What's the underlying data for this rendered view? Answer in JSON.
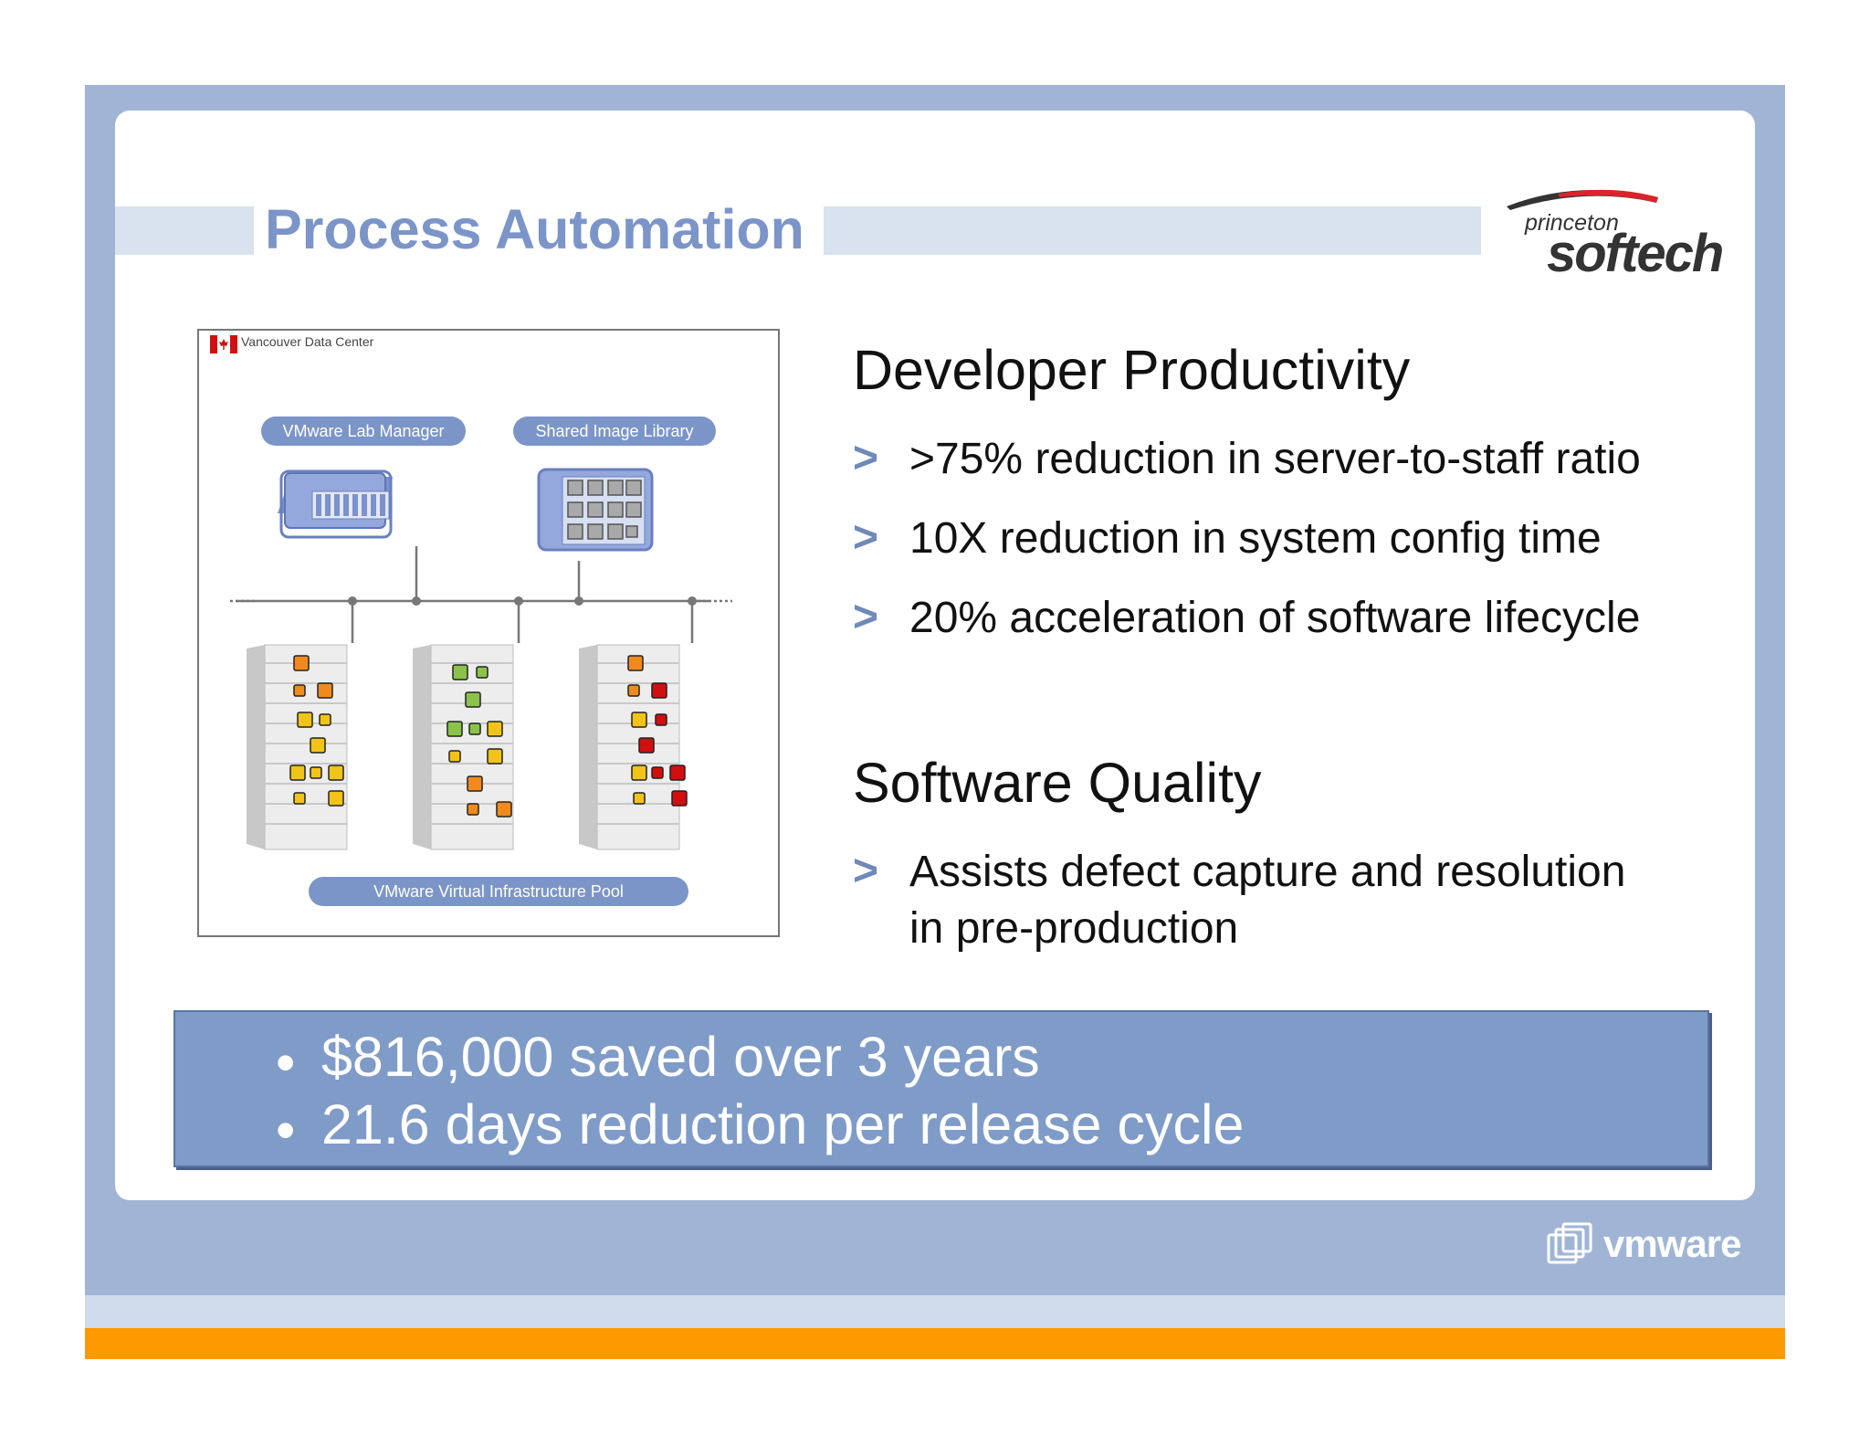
{
  "title": "Process Automation",
  "logo_princeton": {
    "small": "princeton",
    "big": "softech"
  },
  "diagram": {
    "datacenter_label": "Vancouver Data Center",
    "lab_manager_label": "VMware Lab Manager",
    "image_library_label": "Shared Image Library",
    "pool_label": "VMware Virtual Infrastructure Pool"
  },
  "developer_productivity": {
    "heading": "Developer Productivity",
    "bullets": [
      ">75% reduction in server-to-staff ratio",
      "10X reduction in system config time",
      "20% acceleration of  software lifecycle"
    ]
  },
  "software_quality": {
    "heading": "Software Quality",
    "bullet_line1": "Assists defect capture and resolution",
    "bullet_line2": "in pre-production"
  },
  "summary": {
    "bullet_char": "•",
    "line1": "$816,000 saved over 3 years",
    "line2": "21.6 days reduction per release cycle"
  },
  "vmware_logo": "vmware",
  "arrow_glyph": ">",
  "colors": {
    "frame": "#a0b5d6",
    "accent_orange": "#ff9900",
    "title_blue": "#7b95c9",
    "summary_bg": "#7f9bc8",
    "vm_orange": "#f08a1c",
    "vm_yellow": "#f2c318",
    "vm_green": "#8bc34a",
    "vm_red": "#d10f0f"
  }
}
